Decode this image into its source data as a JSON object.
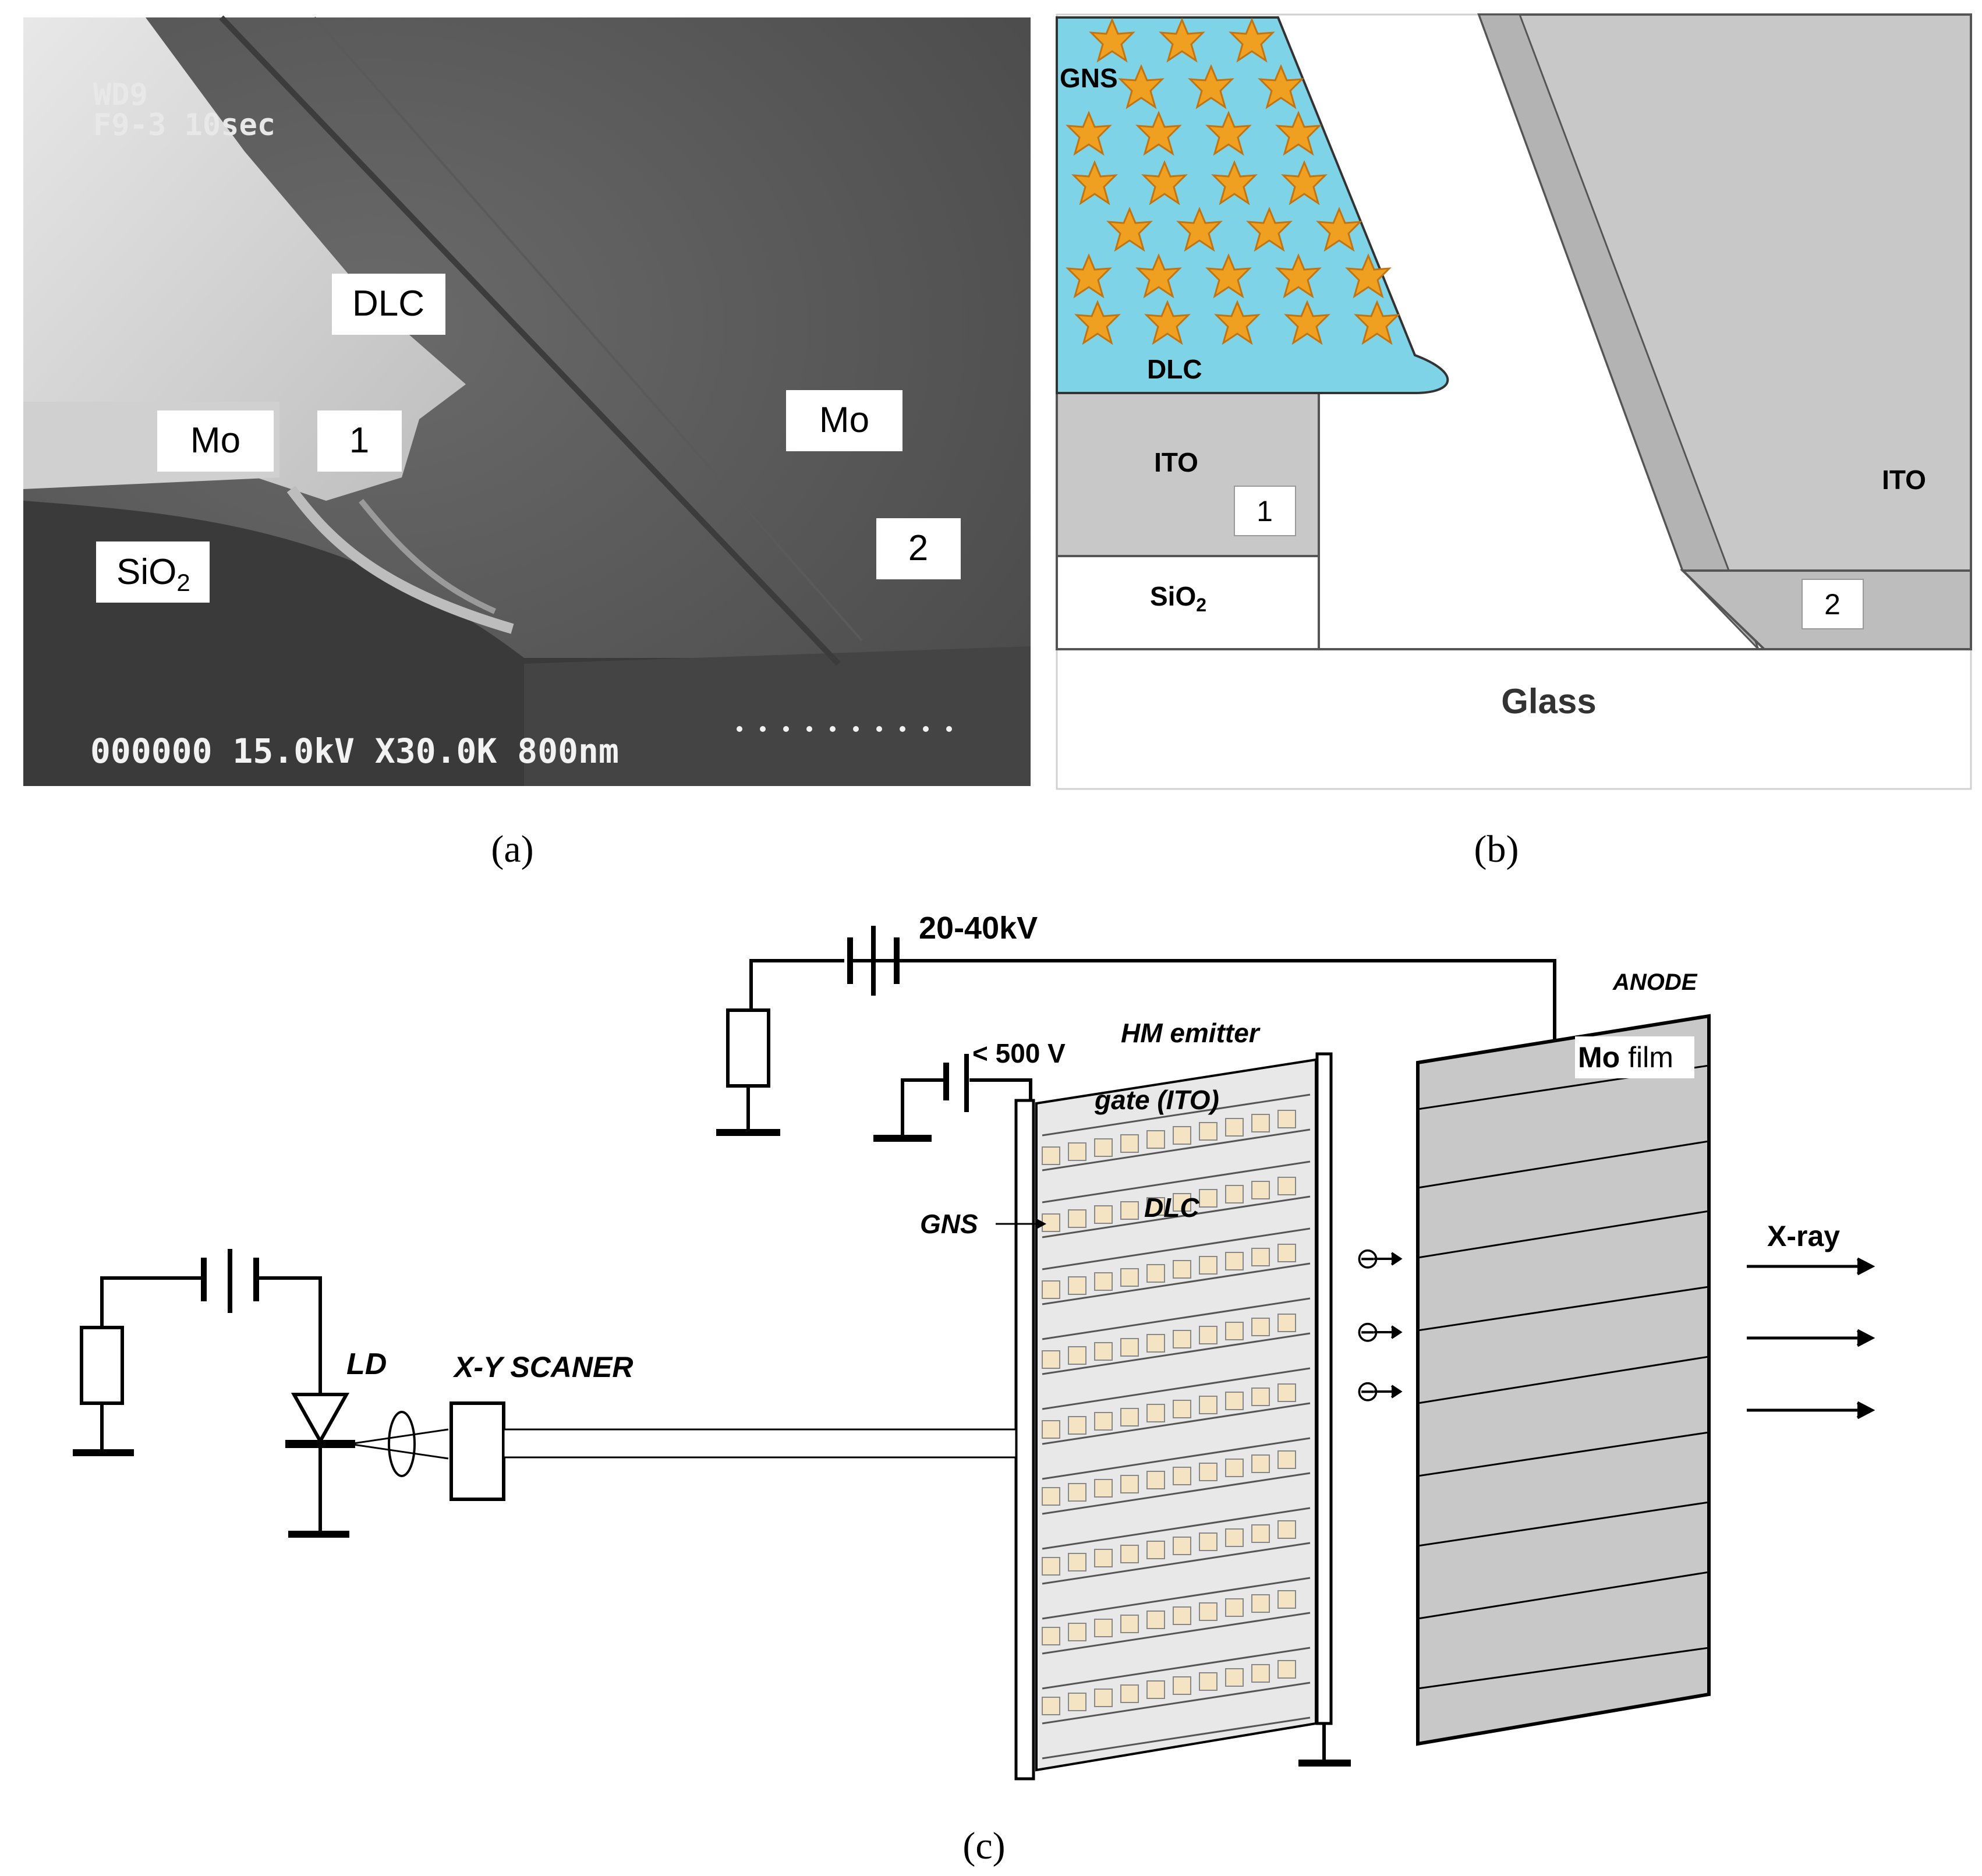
{
  "panel_a": {
    "caption": "(a)",
    "sem_header_line1": "WD9",
    "sem_header_line2": "F9-3 10sec",
    "sem_footer": "000000 15.0kV X30.0K 800nm",
    "labels": {
      "dlc": "DLC",
      "mo_left": "Mo",
      "num1": "1",
      "sio2_main": "SiO",
      "sio2_sub": "2",
      "mo_right": "Mo",
      "num2": "2"
    },
    "colors": {
      "background": "#4a4a4a",
      "bright": "#d8d8d8"
    }
  },
  "panel_b": {
    "caption": "(b)",
    "labels": {
      "gns": "GNS",
      "dlc": "DLC",
      "ito_left": "ITO",
      "num1": "1",
      "sio2_main": "SiO",
      "sio2_sub": "2",
      "ito_right": "ITO",
      "num2": "2",
      "glass": "Glass"
    },
    "colors": {
      "dlc_fill": "#7fd3e6",
      "gns_star": "#f0a020",
      "ito_fill": "#c8c8c8"
    }
  },
  "panel_c": {
    "caption": "(c)",
    "labels": {
      "hv_supply": "20-40kV",
      "anode": "ANODE",
      "hm_emitter": "HM emitter",
      "gate_supply": "< 500 V",
      "gate": "gate (ITO)",
      "dlc": "DLC",
      "gns": "GNS",
      "mo_bold": "Mo",
      "mo_film": " film",
      "xray": "X-ray",
      "ld": "LD",
      "scanner": "X-Y SCANER",
      "electron": "⊖"
    }
  }
}
